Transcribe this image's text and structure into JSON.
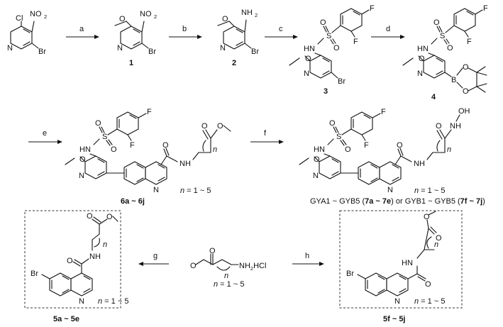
{
  "reagents": {
    "a": "a",
    "b": "b",
    "c": "c",
    "d": "d",
    "e": "e",
    "f": "f",
    "g": "g",
    "h": "h"
  },
  "compounds": {
    "c1": "1",
    "c2": "2",
    "c3": "3",
    "c4": "4",
    "c6": "6a ~ 6j",
    "c5a": "5a ~ 5e",
    "c5f": "5f ~ 5j"
  },
  "atoms": {
    "cl": "Cl",
    "no2": "NO",
    "no2_sub": "2",
    "n": "N",
    "br": "Br",
    "nh2": "NH",
    "nh2_sub": "2",
    "hn": "HN",
    "nh": "NH",
    "s": "S",
    "o": "O",
    "f": "F",
    "b": "B",
    "oh": "OH",
    "nh2hcl": "NH",
    "nh2hcl_tail": "HCl"
  },
  "notes": {
    "n_range_prefix": "n",
    "n_range_suffix": " = 1 ~ 5",
    "sub_n": "n"
  },
  "final_line": {
    "a": "GYA1 ~ GYB5 (",
    "b": "7a ~ 7e",
    "c": ") or GYB1 ~ GYB5 (",
    "d": "7f ~ 7j",
    "e": ")"
  }
}
